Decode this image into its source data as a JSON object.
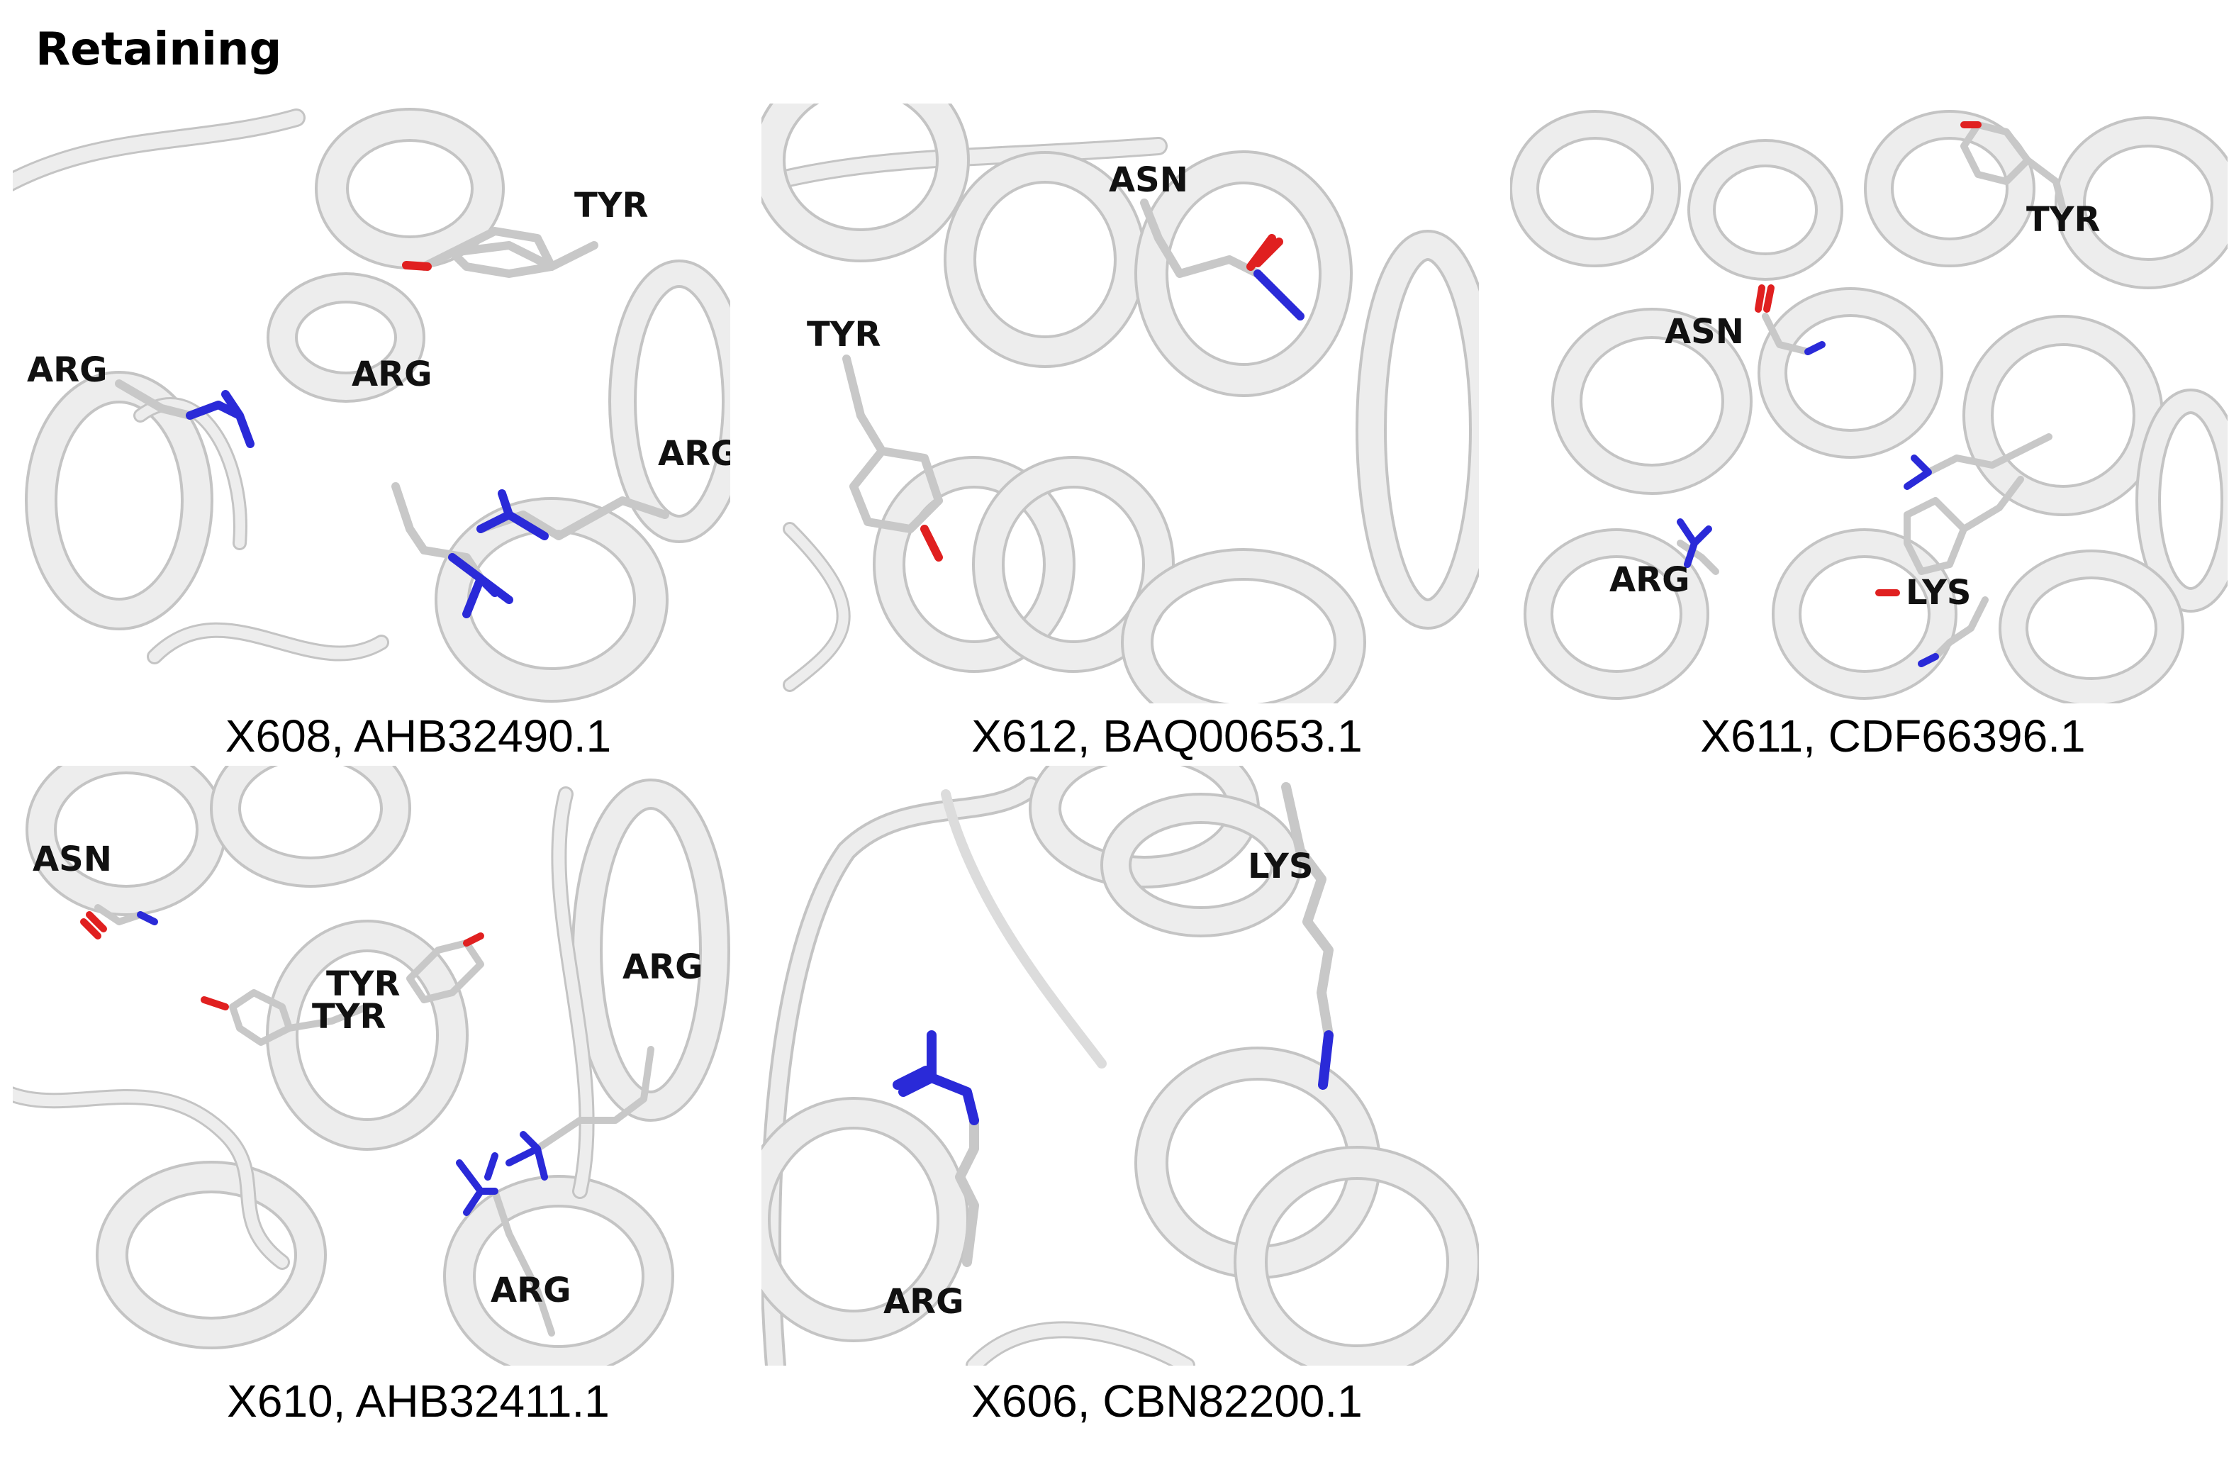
{
  "heading": "Retaining",
  "panels": [
    {
      "caption": "X608, AHB32490.1",
      "residues": [
        "ARG",
        "ARG",
        "ARG",
        "TYR"
      ]
    },
    {
      "caption": "X612, BAQ00653.1",
      "residues": [
        "ASN",
        "TYR"
      ]
    },
    {
      "caption": "X611, CDF66396.1",
      "residues": [
        "TYR",
        "ASN",
        "ARG",
        "LYS"
      ]
    },
    {
      "caption": "X610, AHB32411.1",
      "residues": [
        "ASN",
        "TYR",
        "TYR",
        "ARG",
        "ARG"
      ]
    },
    {
      "caption": "X606, CBN82200.1",
      "residues": [
        "LYS",
        "ARG"
      ]
    }
  ],
  "colors": {
    "cartoon_fill": "#ededed",
    "cartoon_edge": "#c4c4c4",
    "carbon": "#c8c8c8",
    "nitrogen": "#2a2ad8",
    "oxygen": "#e02020"
  }
}
